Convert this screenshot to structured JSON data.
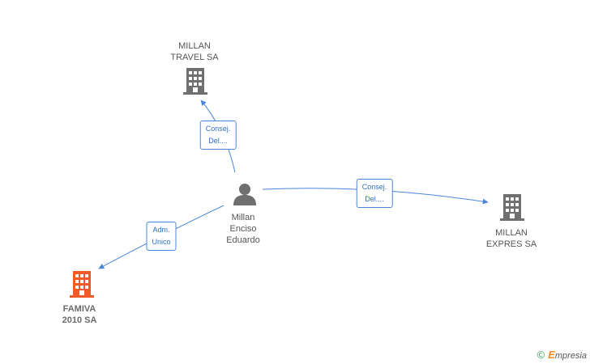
{
  "nodes": {
    "person": {
      "name": "Millan\nEnciso\nEduardo"
    },
    "travel": {
      "name": "MILLAN\nTRAVEL SA"
    },
    "expres": {
      "name": "MILLAN\nEXPRES SA"
    },
    "famiva": {
      "name": "FAMIVA\n2010 SA"
    }
  },
  "edges": {
    "travel": {
      "label": "Consej.\nDel...."
    },
    "expres": {
      "label": "Consej.\nDel...."
    },
    "famiva": {
      "label": "Adm.\nUnico"
    }
  },
  "colors": {
    "building": "#6f6f6f",
    "building_highlight": "#f05a28",
    "person": "#6f6f6f",
    "edge": "#4a86d8"
  },
  "footer": {
    "copyright": "©",
    "brand_initial": "E",
    "brand_rest": "mpresia"
  }
}
